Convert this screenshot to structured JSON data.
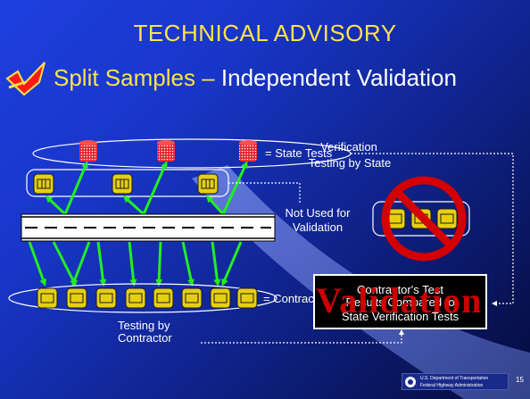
{
  "slide": {
    "title": "TECHNICAL ADVISORY",
    "subtitle_highlight": "Split Samples –",
    "subtitle_rest": " Independent Validation",
    "page_number": "15"
  },
  "labels": {
    "state_tests": "= State Tests",
    "verification_line1": "Verification",
    "verification_line2": "Testing by State",
    "not_used_line1": "Not Used for",
    "not_used_line2": "Validation",
    "contractor_tests": "= Contractor Tests",
    "testing_by_line1": "Testing by",
    "testing_by_line2": "Contractor",
    "box_line1": "Contractor's Test",
    "box_line2": "Results Compared to",
    "box_line3": "State Verification Tests",
    "validation_word": "Validation"
  },
  "footer": {
    "agency_line1": "U.S. Department of Transportation",
    "agency_line2": "Federal Highway Administration"
  },
  "icons": [
    "check-mark-icon",
    "prohibition-sign-icon",
    "dot-logo-icon"
  ],
  "colors": {
    "title": "#ffe24a",
    "arrow": "#22ee22",
    "state_sample": "#e8202a",
    "contractor_sample": "#e6cf10",
    "prohibition": "#d40000",
    "validation_text": "#cc0000"
  }
}
